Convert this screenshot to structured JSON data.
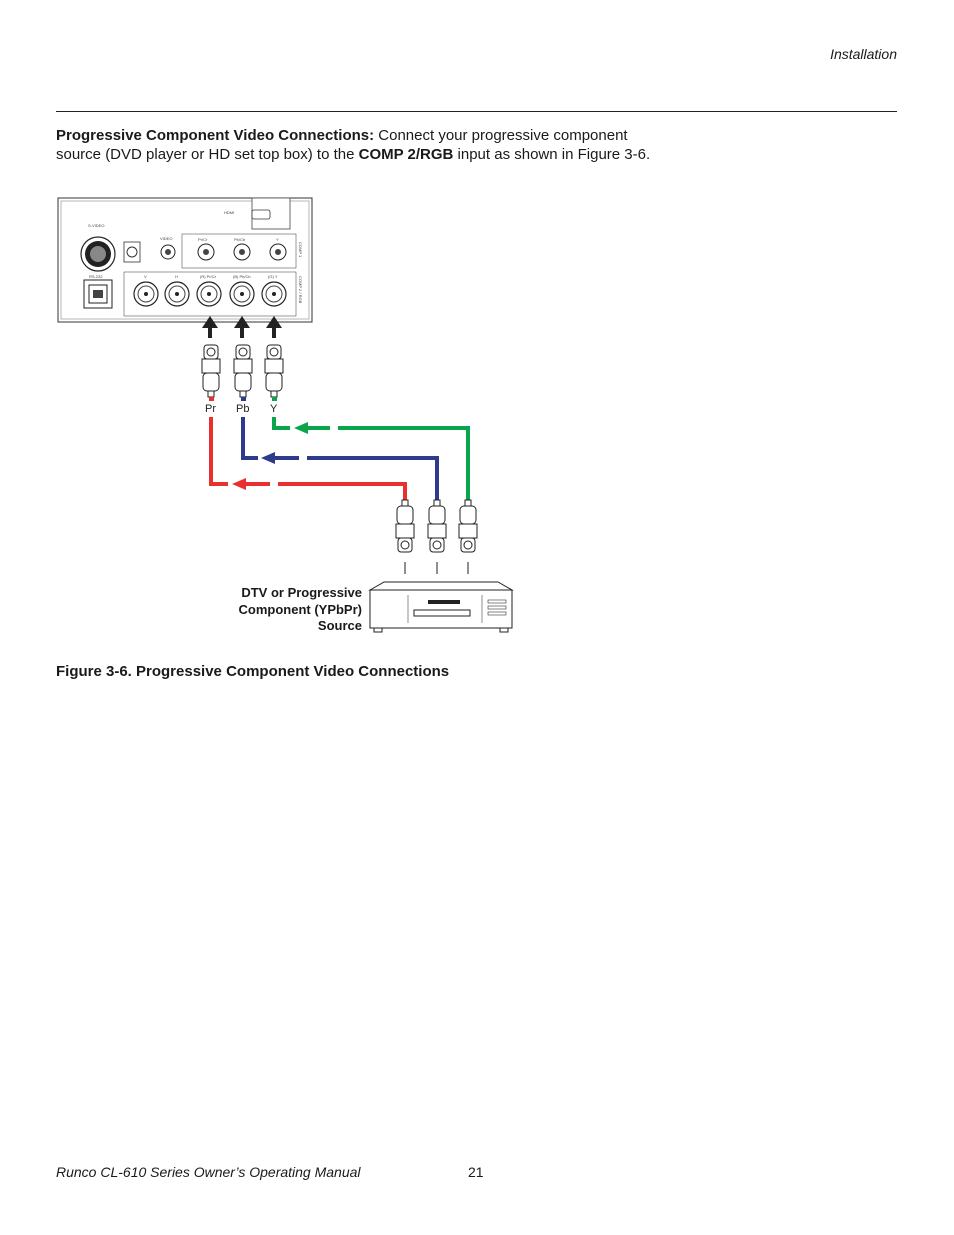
{
  "header": {
    "section": "Installation"
  },
  "intro": {
    "lead": "Progressive Component Video Connections:",
    "text1": " Connect your progressive component source (DVD player or HD set top box) to the ",
    "input_name": "COMP 2/RGB",
    "text2": " input as shown in Figure 3-6."
  },
  "figure": {
    "plug_labels": {
      "pr": "Pr",
      "pb": "Pb",
      "y": "Y"
    },
    "source_label": [
      "DTV or Progressive",
      "Component (YPbPr)",
      "Source"
    ],
    "colors": {
      "red": "#e8302e",
      "blue": "#2e3a8c",
      "green": "#08a54a"
    },
    "panel_labels": {
      "hdmi": "HDMI",
      "svideo": "S-VIDEO",
      "video": "VIDEO",
      "rs232": "RS-232",
      "comp1": "COMP 1",
      "comp2": "COMP 2 / RGB",
      "prcr": "Pr/Cr",
      "pbcb": "Pb/Cb",
      "y": "Y",
      "v": "V",
      "h": "H",
      "r": "(R) Pr/Cr",
      "b": "(B) Pb/Cb",
      "g": "(G) Y"
    }
  },
  "caption": "Figure 3-6. Progressive Component Video Connections",
  "footer": {
    "title": "Runco CL-610 Series Owner’s Operating Manual",
    "page": "21"
  }
}
